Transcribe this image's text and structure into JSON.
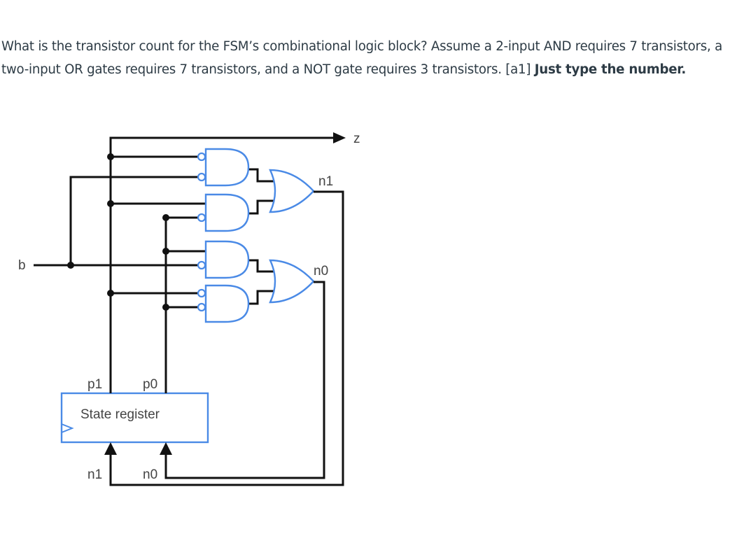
{
  "question": {
    "text_part1": "What is the transistor count for the FSM’s combinational logic block? Assume a 2-input AND requires 7 transistors, a two-input OR gates requires 7 transistors, and a NOT gate requires 3 transistors. [a1] ",
    "bold_part": "Just type the number."
  },
  "diagram": {
    "input_label": "b",
    "output_label": "z",
    "or_output_labels": [
      "n1",
      "n0"
    ],
    "register_label": "State register",
    "register_outputs": [
      "p1",
      "p0"
    ],
    "register_inputs": [
      "n1",
      "n0"
    ],
    "gate_color": "#4a8ae6",
    "gates": {
      "and_count": 4,
      "or_count": 2,
      "inverted_inputs": 6
    }
  }
}
